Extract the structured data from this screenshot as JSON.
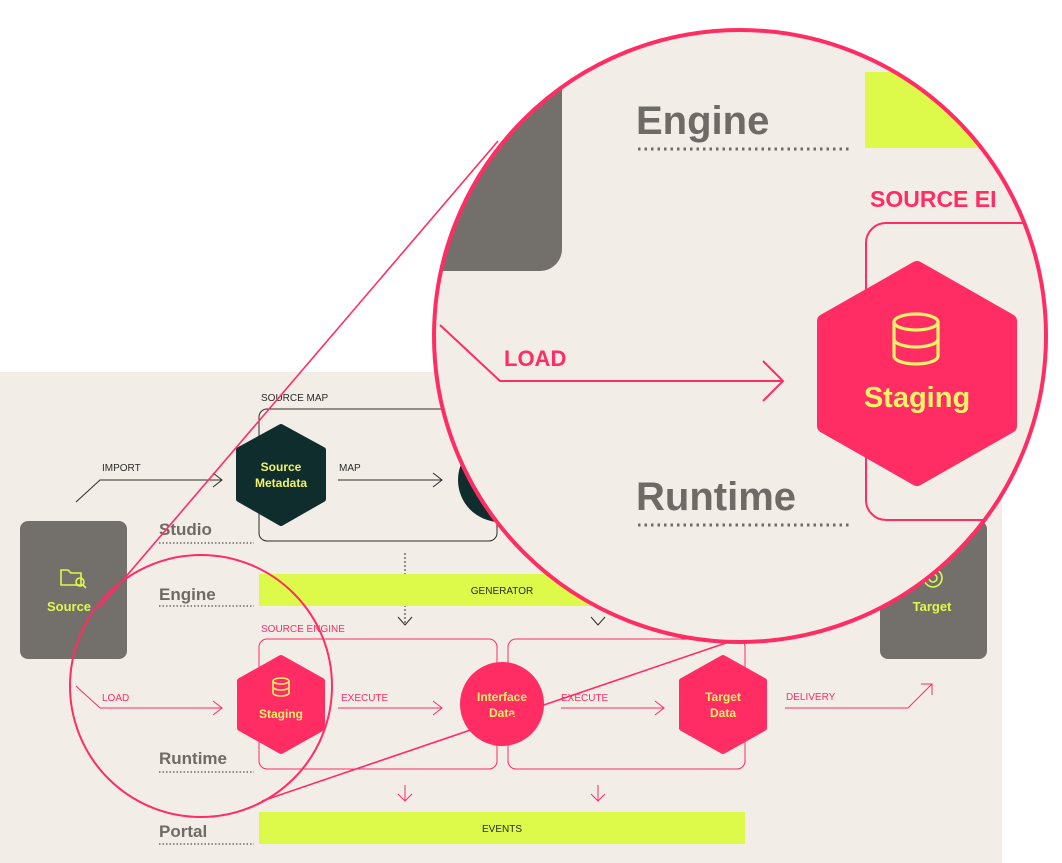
{
  "colors": {
    "panel_bg": "#f3ede8",
    "gray_box": "#736f6b",
    "dark_hex": "#0f2d2c",
    "pink": "#ff2d63",
    "lime": "#ddf94a",
    "yellow_text": "#f3f36a",
    "label_gray": "#6e6a66",
    "ink": "#2b2b2b"
  },
  "icons": {
    "source": "folder-search-icon",
    "target": "target-icon",
    "staging": "database-icon"
  },
  "labels": {
    "source_map": "SOURCE MAP",
    "import": "IMPORT",
    "map": "MAP",
    "source_metadata_line1": "Source",
    "source_metadata_line2": "Metadata",
    "source": "Source",
    "target": "Target",
    "studio": "Studio",
    "engine": "Engine",
    "runtime": "Runtime",
    "portal": "Portal",
    "generator": "GENERATOR",
    "events": "EVENTS",
    "source_engine": "SOURCE ENGINE",
    "load": "LOAD",
    "staging": "Staging",
    "execute_1": "EXECUTE",
    "interface_line1": "Interface",
    "interface_line2": "Data",
    "execute_2": "EXECUTE",
    "target_data_line1": "Target",
    "target_data_line2": "Data",
    "delivery": "DELIVERY"
  },
  "zoom": {
    "engine": "Engine",
    "source_engine": "SOURCE EI",
    "load": "LOAD",
    "staging": "Staging",
    "runtime": "Runtime"
  }
}
